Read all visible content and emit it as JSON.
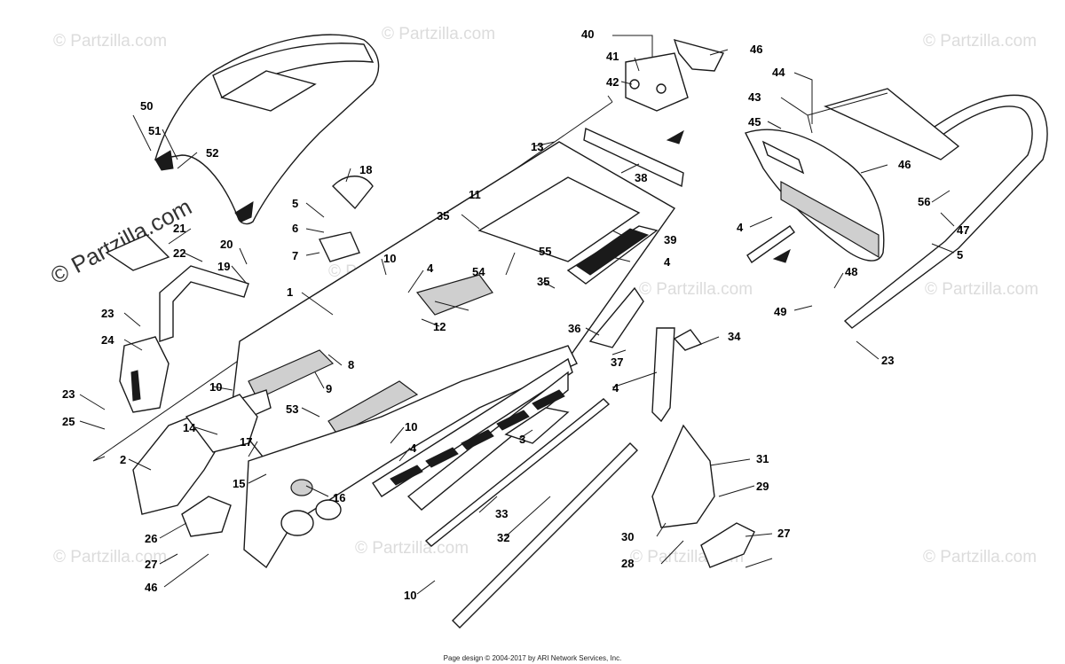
{
  "watermark": {
    "text": "© Partzilla.com",
    "big_text": "© Partzilla.com"
  },
  "footer": "Page design © 2004-2017 by ARI Network Services, Inc.",
  "callouts": [
    "50",
    "51",
    "52",
    "18",
    "5",
    "6",
    "7",
    "21",
    "22",
    "20",
    "19",
    "1",
    "23",
    "24",
    "23",
    "25",
    "10",
    "14",
    "2",
    "26",
    "27",
    "46",
    "17",
    "15",
    "53",
    "16",
    "8",
    "9",
    "10",
    "4",
    "3",
    "4",
    "10",
    "11",
    "35",
    "55",
    "54",
    "12",
    "13",
    "38",
    "39",
    "4",
    "35",
    "36",
    "37",
    "4",
    "34",
    "33",
    "32",
    "10",
    "40",
    "41",
    "42",
    "46",
    "44",
    "43",
    "45",
    "46",
    "4",
    "56",
    "47",
    "5",
    "48",
    "49",
    "23",
    "31",
    "29",
    "30",
    "28",
    "27"
  ],
  "colors": {
    "ink": "#1a1a1a",
    "shade": "#cfcfcf",
    "watermark": "#dcdcdc"
  }
}
